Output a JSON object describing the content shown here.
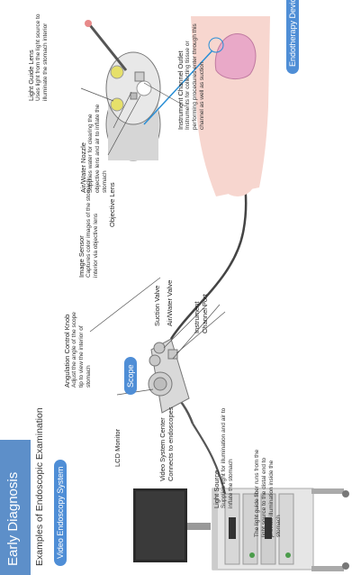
{
  "header": {
    "title": "Early Diagnosis",
    "subtitle": "Examples of Endoscopic Examination"
  },
  "badges": {
    "system": "Video Endoscopy System",
    "scope": "Scope",
    "devices": "Endotherapy Devices"
  },
  "labels": {
    "lcd": "LCD Monitor",
    "vsc_title": "Video System Center",
    "vsc_desc": "Connects to endoscopes",
    "ls_title": "Light Source",
    "ls_desc": "Supplies light for illumination and air to inflate the stomach",
    "fiber": "The light guide fiber runs from the light source to the distal end to provide illumination inside the stomach",
    "angle_title": "Angulation Control Knob",
    "angle_desc": "Adjust the angle of the scope tip to view the interior of stomach",
    "sensor_title": "Image Sensor",
    "sensor_desc": "Captures color images of the stomach interior via objective lens",
    "suction": "Suction Valve",
    "airwater_valve": "Air/Water Valve",
    "port": "Instrument Channel Port",
    "objective": "Objective Lens",
    "nozzle_title": "Air/Water Nozzle",
    "nozzle_desc": "Supplies water for clearing the objective lens and air to inflate the stomach",
    "guide_title": "Light Guide Lens",
    "guide_desc": "Uses light from the light source to illuminate the stomach interior",
    "outlet_title": "Instrument Channel Outlet",
    "outlet_desc": "Instruments for collecting tissue or performing procedures enter through this channel as well as suction"
  }
}
